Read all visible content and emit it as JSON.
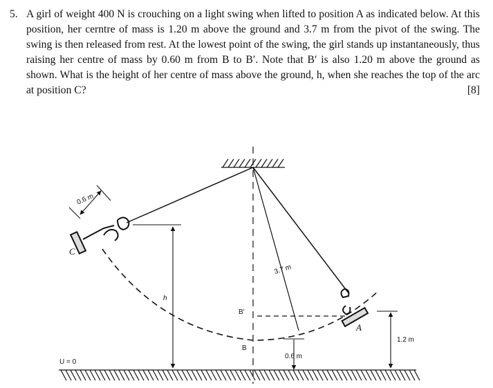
{
  "problem": {
    "number": "5.",
    "text": "A girl of weight 400 N is crouching on a light swing when lifted to position A as indicated below. At this position, her cerntre of mass is 1.20 m above the ground and 3.7 m from the pivot of the swing. The swing is then released from rest. At the lowest point of the swing, the girl stands up instantaneously, thus raising her centre of mass by 0.60 m from B to B′. Note that B′ is also 1.20 m above the ground as shown. What is the height of her centre of mass above the ground, h, when she reaches the top of the arc at position C?",
    "marks": "[8]"
  },
  "figure": {
    "label_06_top": "0.6 m",
    "label_C": "C",
    "label_h": "h",
    "label_37": "3.7 m",
    "label_Bprime": "B′",
    "label_B": "B",
    "label_A": "A",
    "label_06_bottom": "0.6 m",
    "label_12": "1.2 m",
    "label_U0": "U = 0"
  }
}
